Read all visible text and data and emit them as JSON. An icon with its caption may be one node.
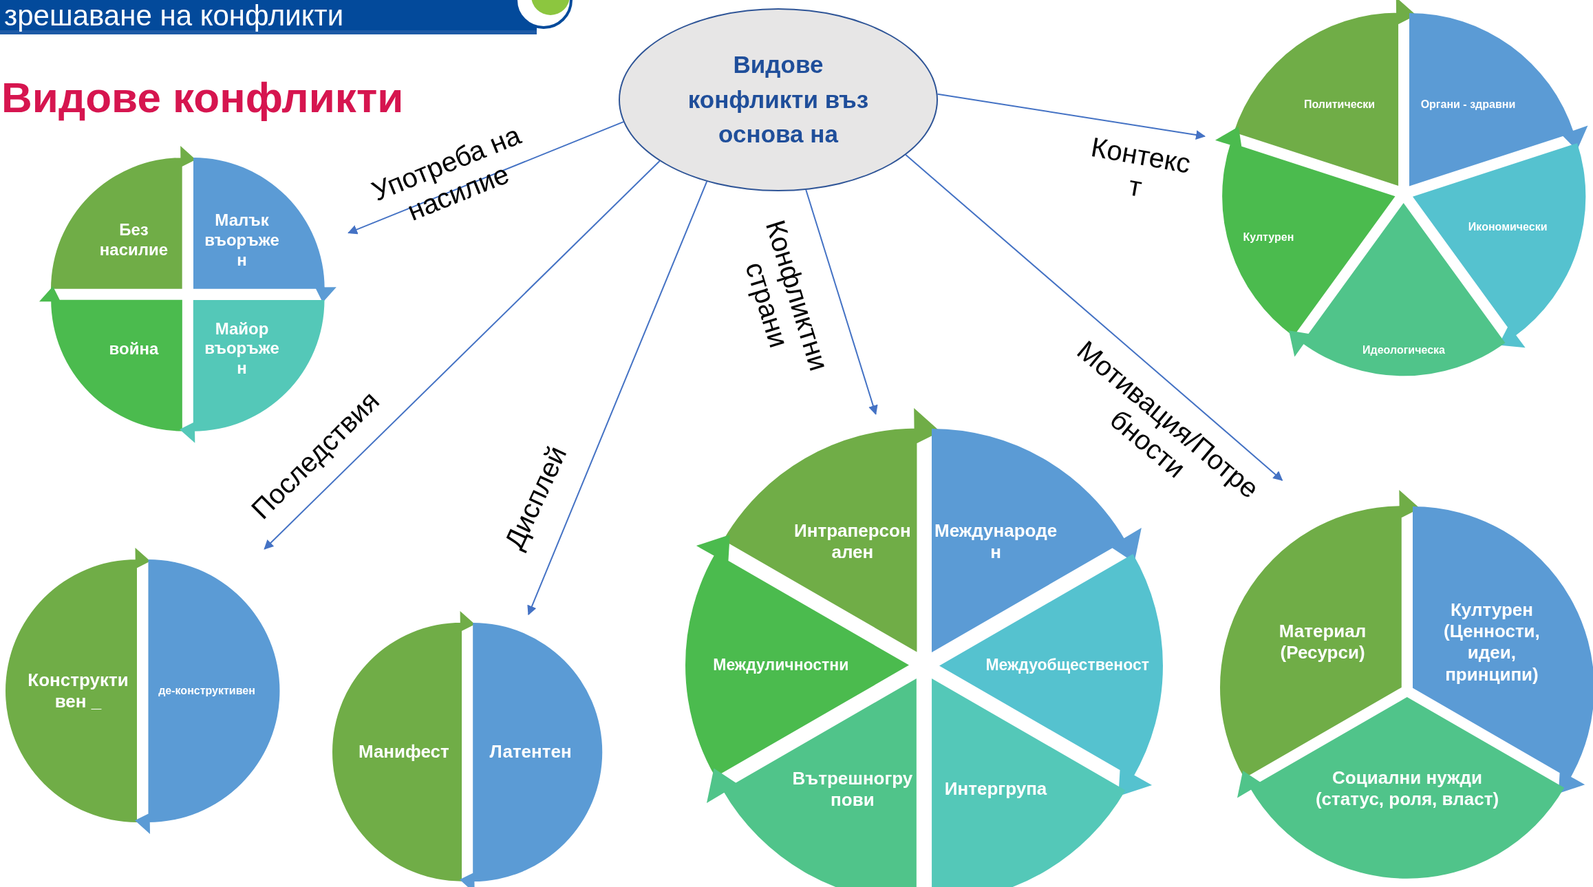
{
  "diagram": {
    "title": "Видове конфликти",
    "nodes": [
      {
        "text": [
          "Видове конфликти въз основа на"
        ]
      },
      {
        "text": [],
        "shape": "circle"
      },
      {
        "text": [
          "Без насилие"
        ],
        "in": 1
      },
      {
        "text": [
          "Малък въоръжен"
        ],
        "in": 1
      },
      {
        "text": [
          "война"
        ],
        "in": 1
      },
      {
        "text": [
          "Майор въоръжен"
        ],
        "in": 1
      },
      {
        "text": [],
        "shape": "circle"
      },
      {
        "text": [
          "Политически"
        ],
        "in": 6
      },
      {
        "text": [
          "Органи - здравни"
        ],
        "in": 6
      },
      {
        "text": [
          "Културен"
        ],
        "in": 6
      },
      {
        "text": [
          "Икономически"
        ],
        "in": 6
      },
      {
        "text": [
          "Идеологическа"
        ],
        "in": 6
      },
      {
        "text": [],
        "shape": "circle"
      },
      {
        "text": [
          "Конструктивен _"
        ],
        "in": 12
      },
      {
        "text": [
          "де-конструктивен"
        ],
        "in": 12
      },
      {
        "text": [],
        "shape": "circle"
      },
      {
        "text": [
          "Манифест"
        ],
        "in": 15
      },
      {
        "text": [
          "Латентен"
        ],
        "in": 15
      },
      {
        "text": [],
        "shape": "circle"
      },
      {
        "text": [
          "Интраперсонален"
        ],
        "in": 18
      },
      {
        "text": [
          "Международен"
        ],
        "in": 18
      },
      {
        "text": [
          "Междуличностни"
        ],
        "in": 18
      },
      {
        "text": [
          "Междуобщественост"
        ],
        "in": 18
      },
      {
        "text": [
          "Вътрешногрупови"
        ],
        "in": 18
      },
      {
        "text": [
          "Интергрупа"
        ],
        "in": 18
      },
      {
        "text": [],
        "shape": "circle"
      },
      {
        "text": [
          "Материал (Ресурси)"
        ],
        "in": 25
      },
      {
        "text": [
          "Културен (Ценности, идеи, принципи)"
        ],
        "in": 25
      },
      {
        "text": [
          "Социални нужди (статус, роля, власт)"
        ],
        "in": 25
      }
    ],
    "edges": [
      {
        "from": 0,
        "to": 1,
        "arrow": "to",
        "label": "Употреба на насилие"
      },
      {
        "from": 0,
        "to": 6,
        "arrow": "to",
        "label": "Контекст"
      },
      {
        "from": 0,
        "to": 12,
        "arrow": "to",
        "label": "Последствия"
      },
      {
        "from": 0,
        "to": 15,
        "arrow": "to",
        "label": "Дисплей"
      },
      {
        "from": 0,
        "to": 18,
        "arrow": "to",
        "label": "Конфликтни страни"
      },
      {
        "from": 0,
        "to": 25,
        "arrow": "to",
        "label": "Мотивация/Потребности"
      }
    ],
    "labels": [
      "зрешаване на конфликти"
    ]
  }
}
